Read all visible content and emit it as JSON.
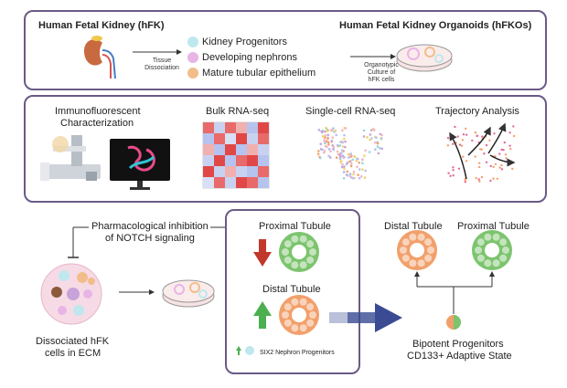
{
  "top": {
    "left_title": "Human Fetal Kidney (hFK)",
    "right_title": "Human Fetal Kidney Organoids (hFKOs)",
    "dissociation_label_1": "Tissue",
    "dissociation_label_2": "Dissociation",
    "culture_label_1": "Organotypic",
    "culture_label_2": "Culture of",
    "culture_label_3": "hFK cells",
    "legend": [
      {
        "label": "Kidney Progenitors",
        "color": "#bfe7ee"
      },
      {
        "label": "Developing nephrons",
        "color": "#e9b4e6"
      },
      {
        "label": "Mature tubular epithelium",
        "color": "#f2bd8a"
      }
    ]
  },
  "middle": {
    "if_label_1": "Immunofluorescent",
    "if_label_2": "Characterization",
    "bulk_label": "Bulk RNA-seq",
    "sc_label": "Single-cell RNA-seq",
    "traj_label": "Trajectory Analysis"
  },
  "bottom": {
    "inhibition_1": "Pharmacological inhibition",
    "inhibition_2": "of NOTCH signaling",
    "dissociated_1": "Dissociated hFK",
    "dissociated_2": "cells in ECM",
    "proximal_inner": "Proximal Tubule",
    "distal_inner": "Distal Tubule",
    "six2_label": "SIX2 Nephron Progenitors",
    "distal_right": "Distal Tubule",
    "proximal_right": "Proximal Tubule",
    "bipotent_1": "Bipotent Progenitors",
    "bipotent_2": "CD133+ Adaptive State"
  },
  "colors": {
    "panel_border": "#6b5a86",
    "proximal": "#7cc46e",
    "distal": "#f2a06b",
    "down_arrow": "#c0392b",
    "up_arrow": "#4caf50",
    "big_arrow": "#3a4b93"
  }
}
